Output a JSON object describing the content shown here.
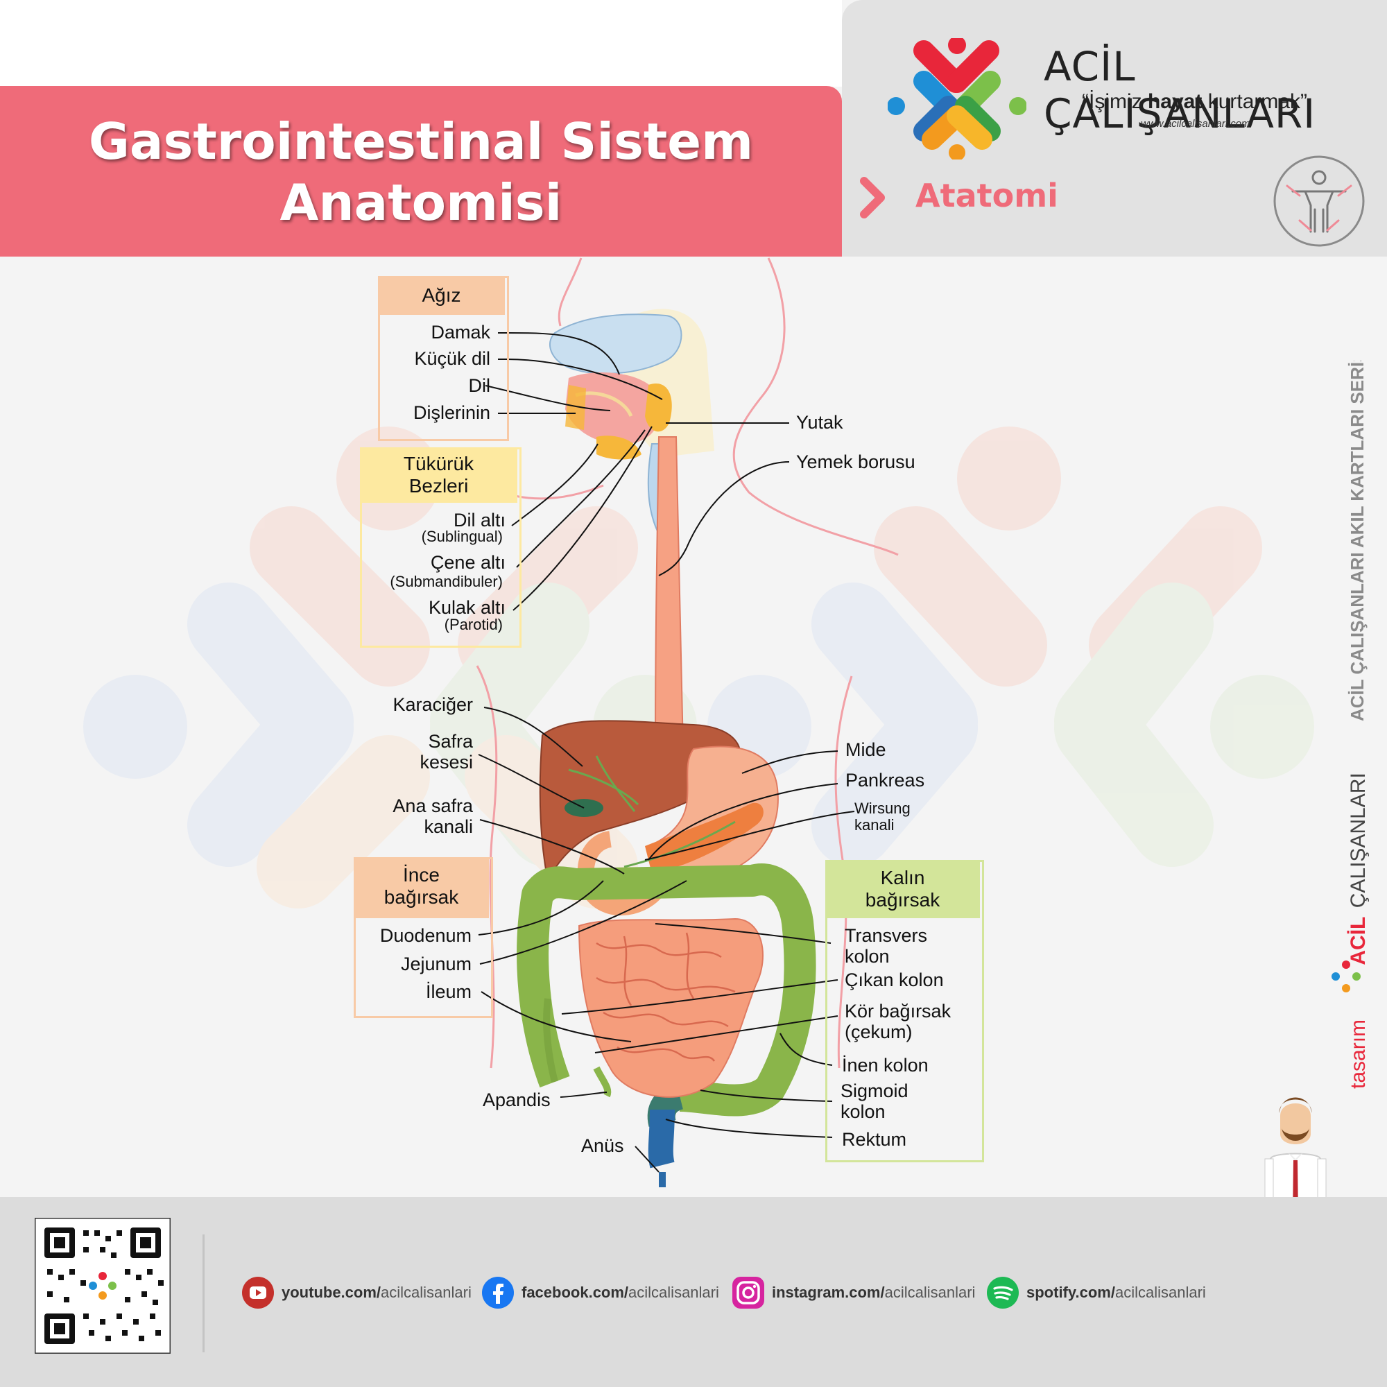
{
  "header": {
    "title_line1": "Gastrointestinal Sistem",
    "title_line2": "Anatomisi",
    "brand_name": "ACİL ÇALIŞANLARI",
    "slogan_open": "“İşimiz ",
    "slogan_bold": "hayat",
    "slogan_close": " kurtarmak”",
    "url": "www.acilcalisanlari.com",
    "category": "Atatomi"
  },
  "side": {
    "series": "ACİL ÇALIŞANLARI AKIL KARTLARI SERİSİ",
    "design_prefix": "tasarım",
    "design_brand_a": "ACİL",
    "design_brand_b": "ÇALIŞANLARI"
  },
  "colors": {
    "pink": "#ef6b79",
    "mouth_box": "#f8caa6",
    "salivary_box": "#fde9a0",
    "small_intestine_box": "#f8caa6",
    "large_intestine_box": "#d3e59a"
  },
  "groups": {
    "mouth": {
      "title": "Ağız",
      "items": [
        "Damak",
        "Küçük dil",
        "Dil",
        "Dişlerinin"
      ]
    },
    "salivary": {
      "title_line1": "Tükürük",
      "title_line2": "Bezleri",
      "items": [
        {
          "name": "Dil altı",
          "sub": "(Sublingual)"
        },
        {
          "name": "Çene altı",
          "sub": "(Submandibuler)"
        },
        {
          "name": "Kulak altı",
          "sub": "(Parotid)"
        }
      ]
    },
    "small_intestine": {
      "title_line1": "İnce",
      "title_line2": "bağırsak",
      "items": [
        "Duodenum",
        "Jejunum",
        "İleum"
      ]
    },
    "large_intestine": {
      "title_line1": "Kalın",
      "title_line2": "bağırsak",
      "items": [
        {
          "line1": "Transvers",
          "line2": "kolon"
        },
        {
          "line1": "Çıkan kolon",
          "line2": ""
        },
        {
          "line1": "Kör bağırsak",
          "line2": "(çekum)"
        },
        {
          "line1": "İnen kolon",
          "line2": ""
        },
        {
          "line1": "Sigmoid",
          "line2": "kolon"
        },
        {
          "line1": "Rektum",
          "line2": ""
        }
      ]
    }
  },
  "labels": {
    "pharynx": "Yutak",
    "esophagus": "Yemek borusu",
    "liver": "Karaciğer",
    "gallbladder_line1": "Safra",
    "gallbladder_line2": "kesesi",
    "bile_duct_line1": "Ana safra",
    "bile_duct_line2": "kanali",
    "stomach": "Mide",
    "pancreas": "Pankreas",
    "wirsung_line1": "Wirsung",
    "wirsung_line2": "kanali",
    "appendix": "Apandis",
    "anus": "Anüs"
  },
  "footer": {
    "socials": [
      {
        "domain": "youtube.com/",
        "handle": "acilcalisanlari",
        "icon": "youtube-icon"
      },
      {
        "domain": "facebook.com/",
        "handle": "acilcalisanlari",
        "icon": "facebook-icon"
      },
      {
        "domain": "instagram.com/",
        "handle": "acilcalisanlari",
        "icon": "instagram-icon"
      },
      {
        "domain": "spotify.com/",
        "handle": "acilcalisanlari",
        "icon": "spotify-icon"
      }
    ]
  }
}
